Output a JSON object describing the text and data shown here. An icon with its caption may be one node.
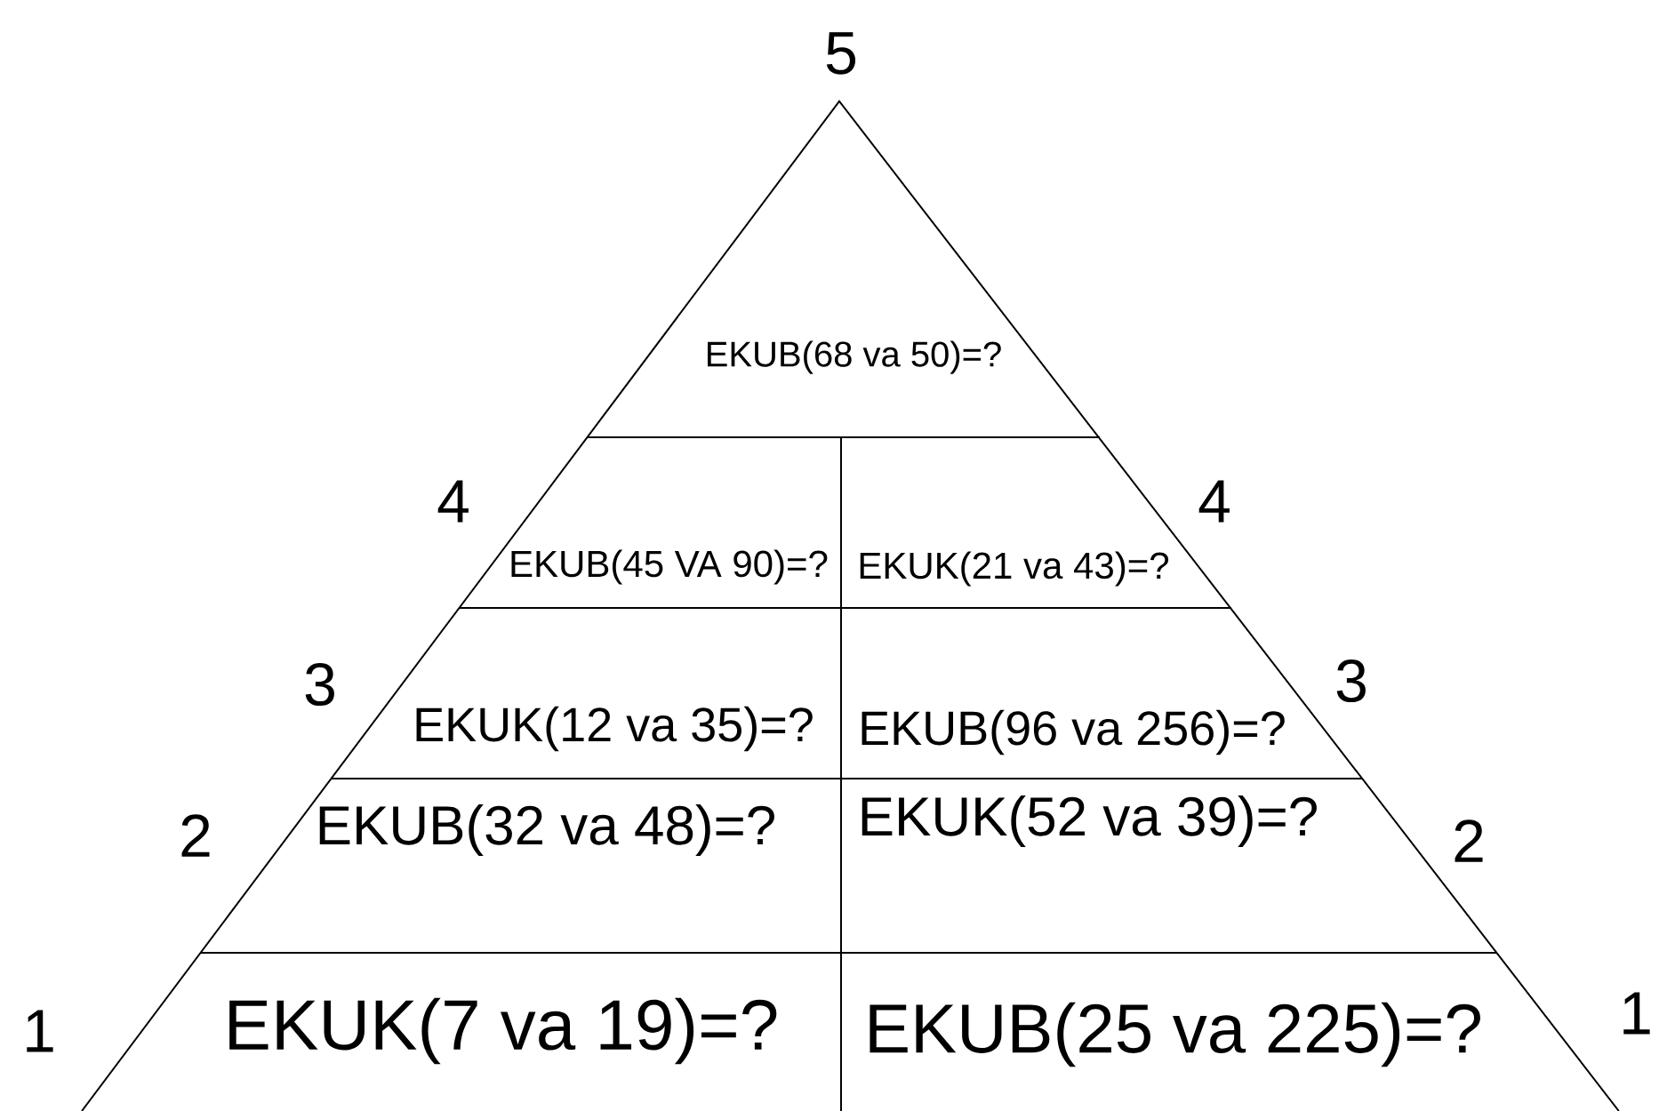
{
  "diagram": {
    "nodes": [
      {
        "text": [
          "EKUB(68 va 50)=?"
        ]
      },
      {
        "text": [
          "EKUB(45 VA 90)=?"
        ]
      },
      {
        "text": [
          "EKUK(21 va 43)=?"
        ]
      },
      {
        "text": [
          "EKUK(12 va 35)=?"
        ]
      },
      {
        "text": [
          "EKUB(96 va 256)=?"
        ]
      },
      {
        "text": [
          "EKUB(32 va 48)=?"
        ]
      },
      {
        "text": [
          "EKUK(52 va 39)=?"
        ]
      },
      {
        "text": [
          "EKUK(7 va 19)=?"
        ]
      },
      {
        "text": [
          "EKUB(25 va 225)=?"
        ]
      }
    ],
    "labels": [
      "5",
      "4",
      "4",
      "3",
      "3",
      "2",
      "2",
      "1",
      "1"
    ]
  }
}
